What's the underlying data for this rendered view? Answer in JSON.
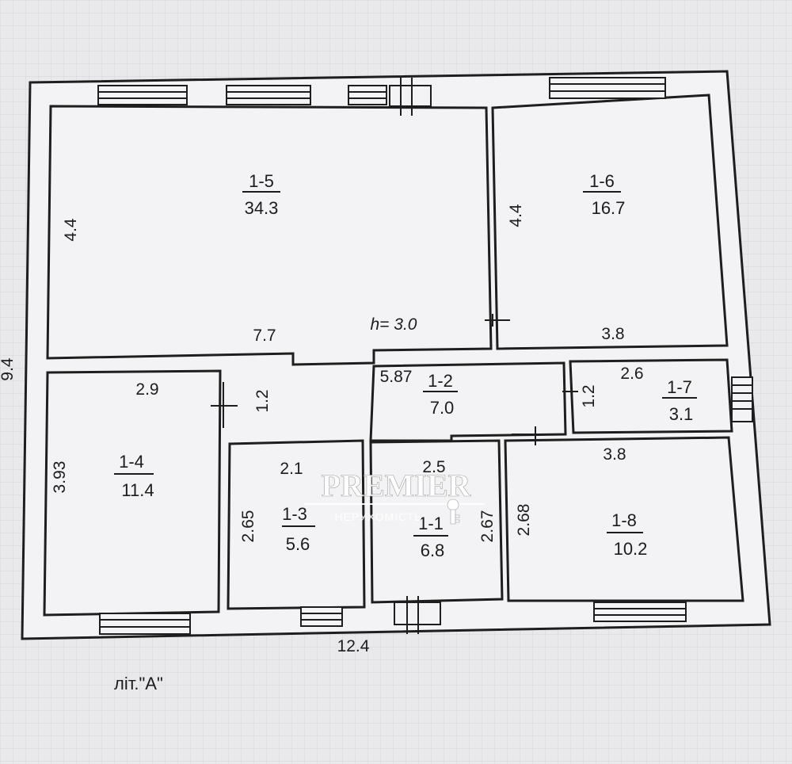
{
  "plan": {
    "overall_width": "12.4",
    "overall_depth": "9.4",
    "ceiling_height": "h= 3.0",
    "letter": "літ.\"А\"",
    "rooms": [
      {
        "id": "1-1",
        "area": "6.8"
      },
      {
        "id": "1-2",
        "area": "7.0"
      },
      {
        "id": "1-3",
        "area": "5.6"
      },
      {
        "id": "1-4",
        "area": "11.4"
      },
      {
        "id": "1-5",
        "area": "34.3"
      },
      {
        "id": "1-6",
        "area": "16.7"
      },
      {
        "id": "1-7",
        "area": "3.1"
      },
      {
        "id": "1-8",
        "area": "10.2"
      }
    ],
    "dimensions": {
      "r15_width": "7.7",
      "r15_depth": "4.4",
      "r16_width": "3.8",
      "r16_depth": "4.4",
      "r14_width": "2.9",
      "r14_depth": "3.93",
      "r13_width": "2.1",
      "r13_depth": "2.65",
      "r11_width": "2.5",
      "r11_depth": "2.67",
      "r12_width": "5.87",
      "r12_depth": "1.2",
      "corridor_depth": "1.2",
      "r17_width": "2.6",
      "r17_depth": "1.2",
      "r18_width": "3.8",
      "r18_depth": "2.68"
    }
  },
  "watermark": {
    "brand": "PREMIER",
    "subtitle": "НЕРУХОМІСТЬ"
  }
}
